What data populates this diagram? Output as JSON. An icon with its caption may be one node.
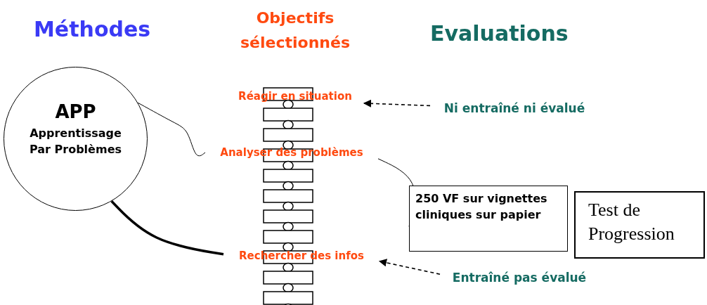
{
  "diagram": {
    "nodes": [
      {
        "text": [
          "APP",
          "Apprentissage Par Problèmes"
        ]
      },
      {
        "text": [
          "Réagir en situation"
        ]
      },
      {
        "text": [
          "Analyser des problèmes"
        ]
      },
      {
        "text": [
          "Rechercher des infos"
        ]
      },
      {
        "text": [
          "Ni entraîné ni évalué"
        ]
      },
      {
        "text": [
          "Entraîné pas évalué"
        ]
      },
      {
        "text": [
          "250 VF sur vignettes cliniques sur papier"
        ]
      },
      {
        "text": [
          "Test de Progression"
        ]
      }
    ],
    "edges": [
      {
        "from": 0,
        "to": 2,
        "arrow": "none"
      },
      {
        "from": 2,
        "to": 6,
        "arrow": "none"
      },
      {
        "from": 0,
        "to": 3,
        "arrow": "none",
        "style": "thick"
      },
      {
        "from": 4,
        "to": 1,
        "arrow": "to",
        "style": "dashed"
      },
      {
        "from": 5,
        "to": 3,
        "arrow": "to",
        "style": "dashed"
      }
    ],
    "labels": [
      "Méthodes",
      "Objectifs sélectionnés",
      "Evaluations"
    ]
  }
}
